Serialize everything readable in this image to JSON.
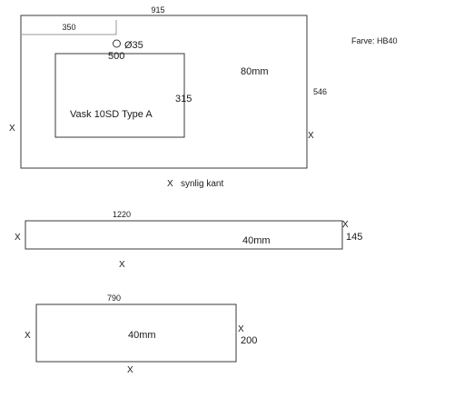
{
  "top_panel": {
    "width_label": "915",
    "height_label": "546",
    "offset_label": "350",
    "hole_label": "Ø35",
    "offset_500_label": "500",
    "thickness_label": "80mm",
    "sink_depth_label": "315",
    "sink_name": "Vask 10SD Type A",
    "x_left": "X",
    "x_right": "X",
    "x_bottom": "X",
    "visible_edge_label": "synlig kant"
  },
  "color_note": "Farve:  HB40",
  "panel_2": {
    "width_label": "1220",
    "height_label": "145",
    "thickness_label": "40mm",
    "x_left": "X",
    "x_top_right": "X",
    "x_bottom": "X"
  },
  "panel_3": {
    "width_label": "790",
    "height_label": "200",
    "thickness_label": "40mm",
    "x_left": "X",
    "x_right": "X",
    "x_bottom": "X"
  }
}
